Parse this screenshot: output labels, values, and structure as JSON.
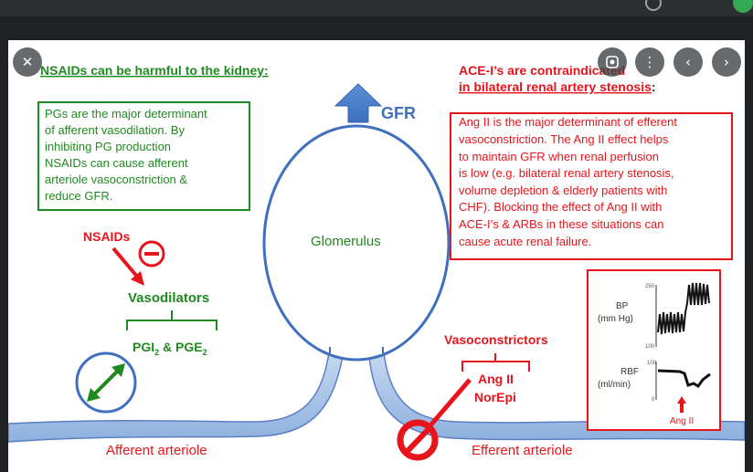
{
  "browser": {
    "close_icon": "✕",
    "lens_icon": "lens-icon",
    "more_icon": "⋮",
    "prev_icon": "‹",
    "next_icon": "›"
  },
  "figure": {
    "nsaids_heading": "NSAIDs can be harmful to the kidney:",
    "pg_box_lines": [
      "PGs are the major determinant",
      "of afferent vasodilation. By",
      "inhibiting PG production",
      "NSAIDs can cause afferent",
      "arteriole vasoconstriction &",
      "reduce GFR."
    ],
    "ace_heading_line1": "ACE-I’s are contraindicated",
    "ace_heading_line2": "in bilateral renal artery stenosis",
    "ace_heading_colon": ":",
    "ang_box_lines": [
      "Ang II is the major determinant of efferent",
      "vasoconstriction. The Ang II effect helps",
      "to maintain GFR when renal perfusion",
      "is low (e.g. bilateral renal artery stenosis,",
      "volume depletion & elderly patients with",
      "CHF). Blocking the effect of Ang II with",
      "ACE-I’s & ARBs in these situations can",
      "cause acute renal failure."
    ],
    "gfr_label": "GFR",
    "glomerulus_label": "Glomerulus",
    "nsaids_label": "NSAIDs",
    "vasodilators_label": "Vasodilators",
    "pgi_label": "PGI",
    "pgi_sub": "2",
    "pge_label": " & PGE",
    "pge_sub": "2",
    "vasoconstrictors_label": "Vasoconstrictors",
    "angii_label": "Ang II",
    "norepi_label": "NorEpi",
    "afferent_label": "Afferent arteriole",
    "efferent_label": "Efferent arteriole",
    "colors": {
      "green": "#1f8a1f",
      "red": "#e8141b",
      "blue": "#3f6fbf",
      "vessel": "#a9c3e8"
    }
  },
  "chart_data": {
    "type": "line",
    "series": [
      {
        "name": "BP",
        "unit": "mm Hg",
        "ytick_top": "250",
        "ytick_bottom": "100"
      },
      {
        "name": "RBF",
        "unit": "ml/min",
        "ytick_top": "100",
        "ytick_bottom": "0"
      }
    ],
    "bp_label": "BP",
    "bp_unit": "(mm Hg)",
    "bp_tick_top": "250",
    "bp_tick_bottom": "100",
    "rbf_label": "RBF",
    "rbf_unit": "(ml/min)",
    "rbf_tick_top": "100",
    "rbf_tick_bottom": "0",
    "annotation": "Ang II"
  }
}
